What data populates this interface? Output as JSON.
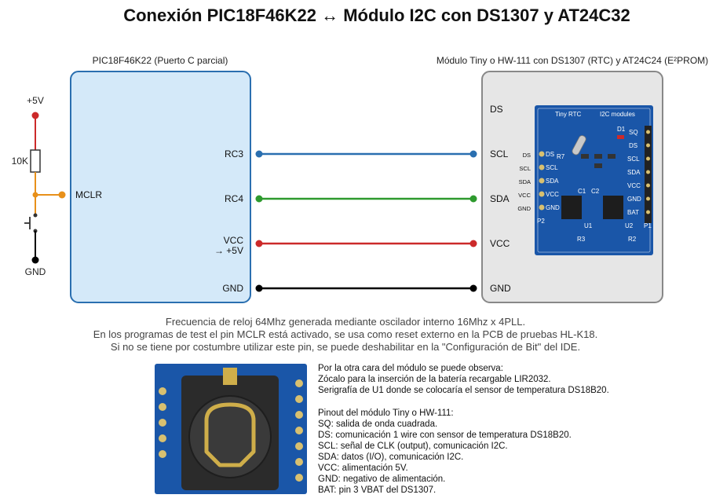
{
  "title": "Conexión PIC18F46K22 ↔ Módulo I2C con DS1307 y AT24C32",
  "pic": {
    "caption": "PIC18F46K22 (Puerto C parcial)",
    "pins": {
      "rc3": "RC3",
      "rc4": "RC4",
      "vcc_line1": "VCC",
      "vcc_line2": "→ +5V",
      "gnd": "GND",
      "mclr": "MCLR"
    }
  },
  "module": {
    "caption": "Módulo Tiny o HW-111 con DS1307 (RTC) y AT24C24 (E²PROM)",
    "pins": {
      "ds": "DS",
      "scl": "SCL",
      "sda": "SDA",
      "vcc": "VCC",
      "gnd": "GND"
    }
  },
  "reset_circuit": {
    "supply": "+5V",
    "resistor": "10K",
    "ground": "GND"
  },
  "board_photo": {
    "header": "Tiny RTC",
    "header_right": "I2C modules",
    "left_pins": [
      "DS",
      "SCL",
      "SDA",
      "VCC",
      "GND"
    ],
    "right_pins": [
      "SQ",
      "DS",
      "SCL",
      "SDA",
      "VCC",
      "GND",
      "BAT"
    ],
    "parts": {
      "d1": "D1",
      "r7": "R7",
      "c1": "C1",
      "c2": "C2",
      "u1": "U1",
      "u2": "U2",
      "r3": "R3",
      "r2": "R2",
      "p1": "P1",
      "p2": "P2"
    }
  },
  "notes": [
    "Frecuencia de reloj 64Mhz generada mediante oscilador interno 16Mhz x 4PLL.",
    "En los programas de test el pin MCLR está activado, se usa como reset externo en la PCB de pruebas HL-K18.",
    "Si no se tiene por costumbre utilizar este pin, se puede deshabilitar en la \"Configuración de Bit\" del IDE."
  ],
  "side_text": {
    "back_intro": "Por la otra cara del módulo se puede observa:",
    "back_items": [
      "Zócalo para la inserción de la batería recargable LIR2032.",
      "Serigrafía de U1 donde se colocaría el sensor de temperatura DS18B20."
    ],
    "pinout_title": "Pinout del módulo Tiny o HW-111:",
    "pinout_items": [
      "SQ: salida de onda cuadrada.",
      "DS: comunicación 1 wire con sensor de temperatura DS18B20.",
      "SCL: señal de CLK (output), comunicación I2C.",
      "SDA: datos (I/O), comunicación I2C.",
      "VCC: alimentación 5V.",
      "GND: negativo de alimentación.",
      "BAT: pin 3 VBAT del DS1307."
    ]
  },
  "colors": {
    "scl_wire": "#2a6fb0",
    "sda_wire": "#2e9a2e",
    "vcc_wire": "#cc2a2a",
    "gnd_wire": "#000000",
    "mclr_wire": "#e8901a",
    "pic_fill": "#d4e9f9",
    "pic_border": "#2a6fb0",
    "module_fill": "#e6e6e6",
    "module_border": "#888888",
    "pcb_blue": "#1a56a8"
  }
}
